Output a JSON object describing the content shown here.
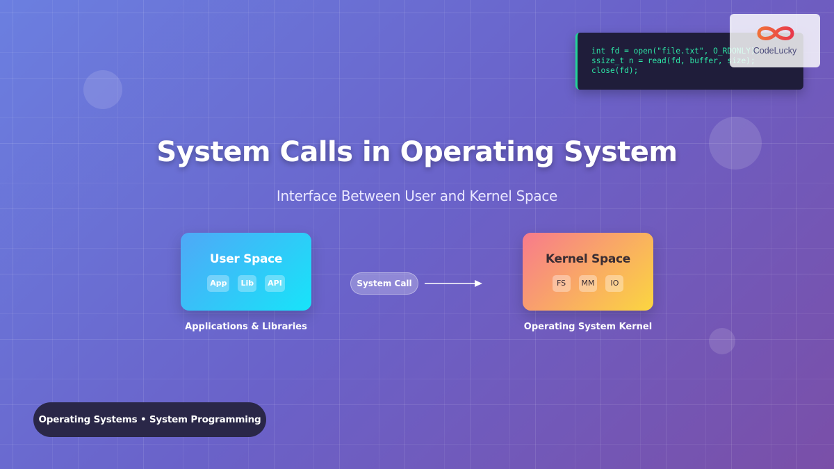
{
  "code": {
    "lines": [
      "int fd = open(\"file.txt\", O_RDONLY);",
      "ssize_t n = read(fd, buffer, size);",
      "close(fd);"
    ],
    "accent": "#22d39a"
  },
  "brand": {
    "name": "CodeLucky",
    "logo_icon": "infinity-logo-icon",
    "colors": [
      "#f0703a",
      "#e8394b"
    ]
  },
  "title": "System Calls in Operating System",
  "subtitle": "Interface Between User and Kernel Space",
  "user_space": {
    "title": "User Space",
    "chips": [
      "App",
      "Lib",
      "API"
    ],
    "caption": "Applications & Libraries",
    "gradient": [
      "#4fa8f7",
      "#17e4f9"
    ]
  },
  "system_call": {
    "label": "System Call",
    "arrow_icon": "arrow-right-icon"
  },
  "kernel_space": {
    "title": "Kernel Space",
    "chips": [
      "FS",
      "MM",
      "IO"
    ],
    "caption": "Operating System Kernel",
    "gradient": [
      "#f77a8c",
      "#fbd640"
    ]
  },
  "footer": {
    "tag": "Operating Systems • System Programming"
  }
}
